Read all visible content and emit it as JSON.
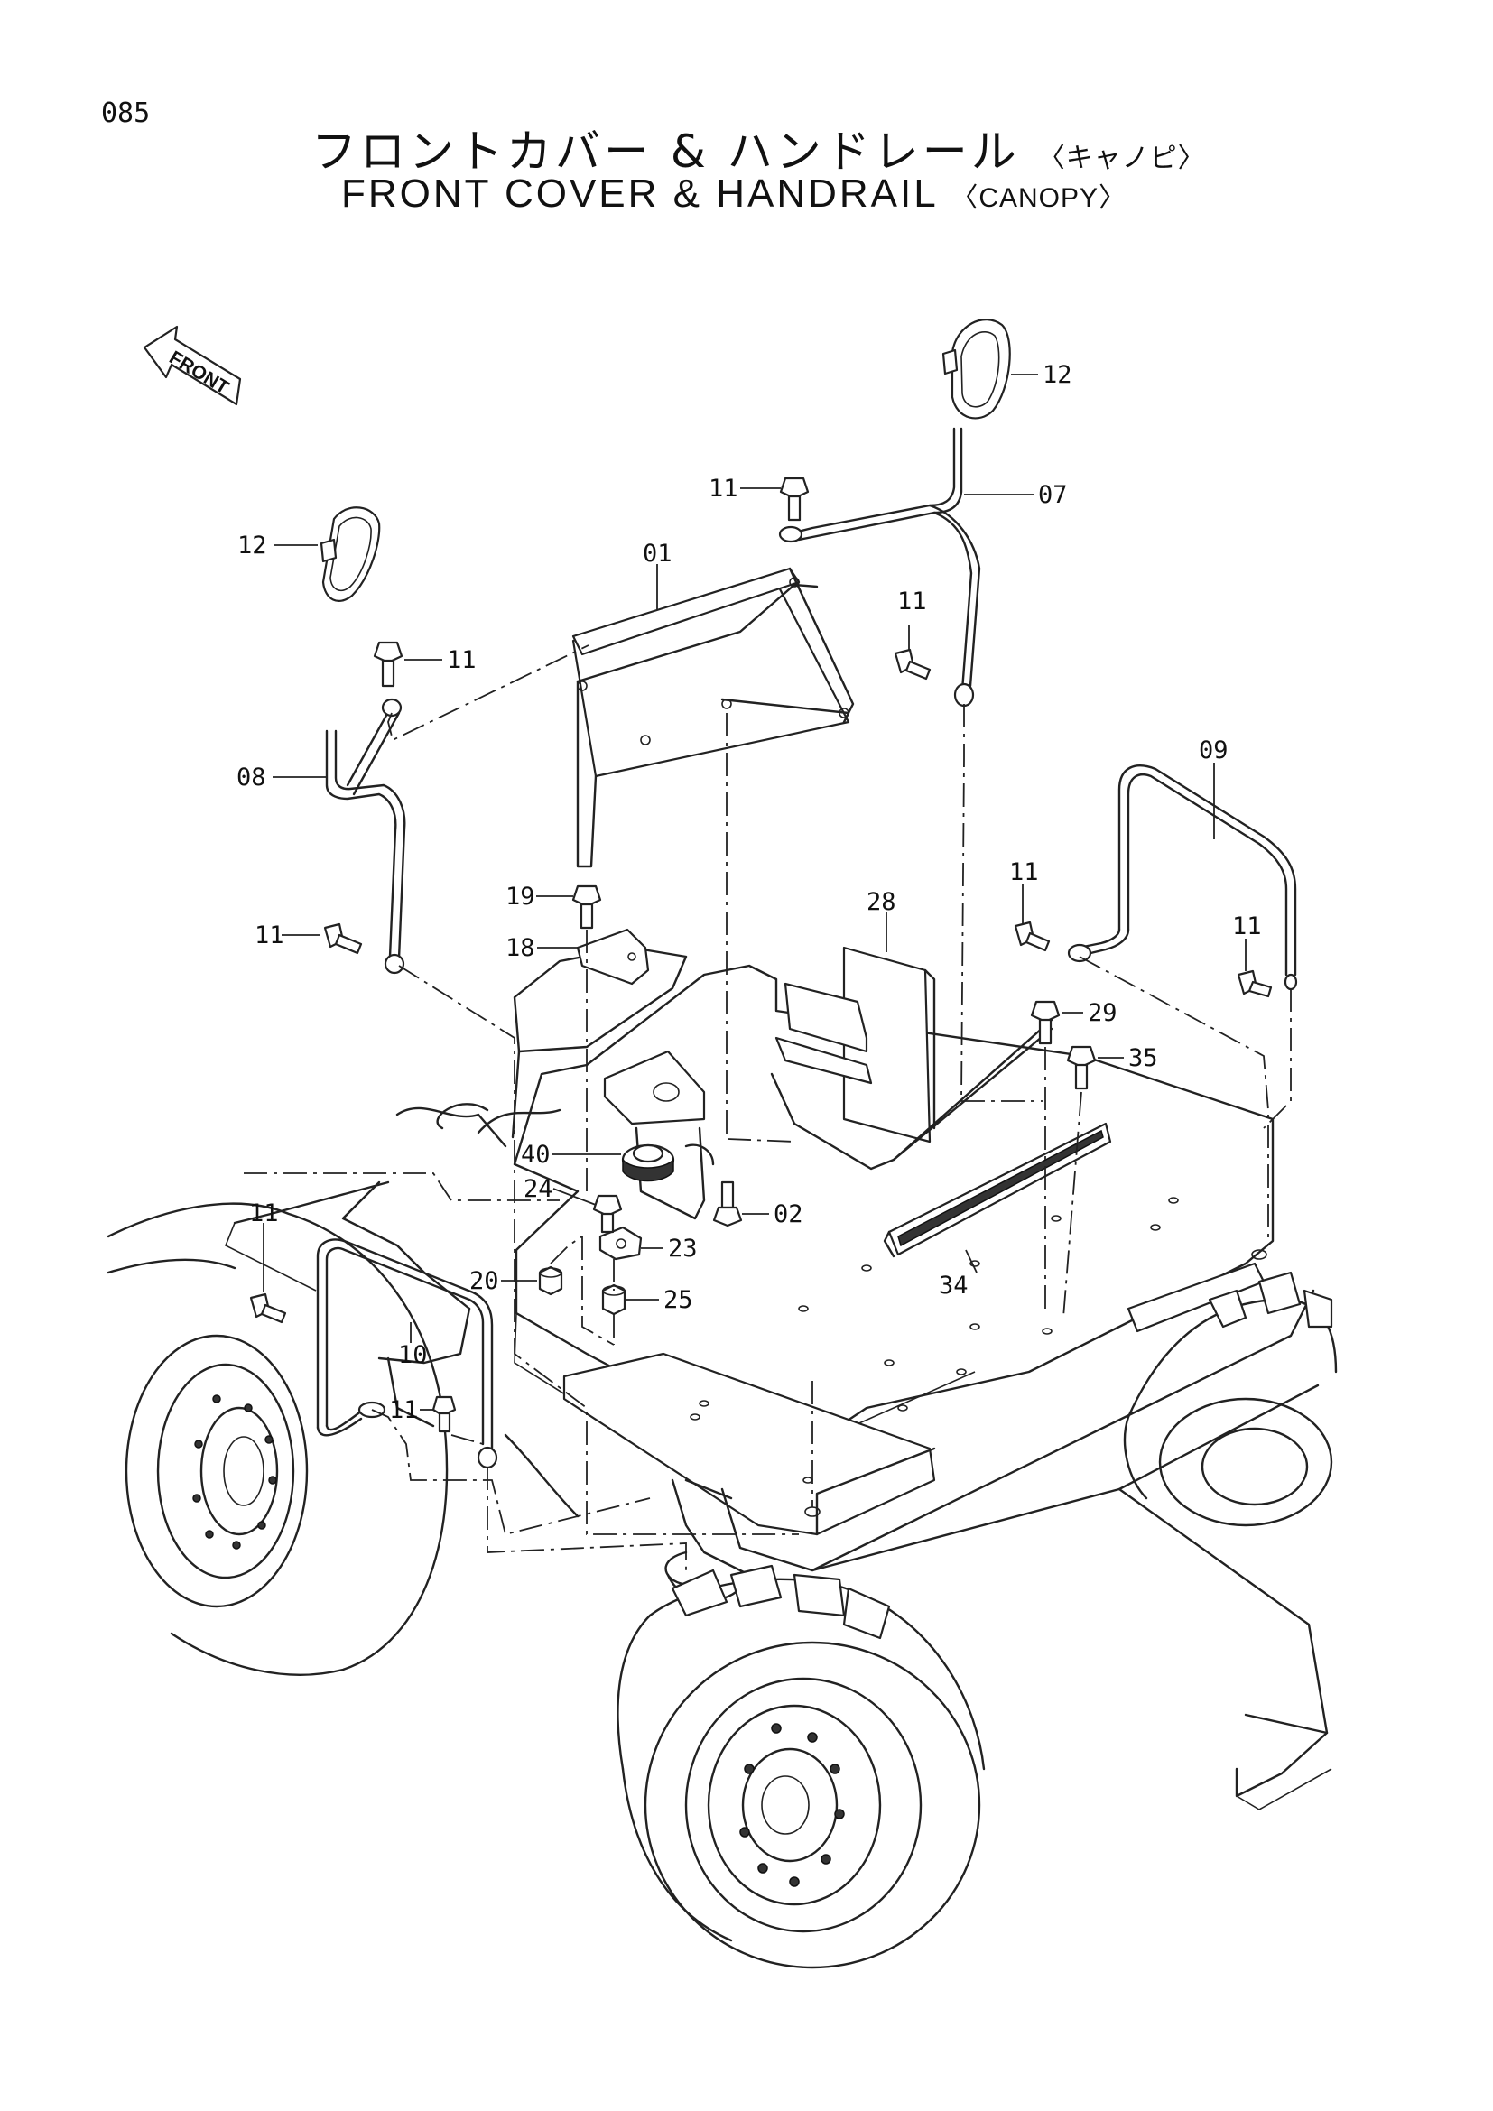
{
  "page_number": "085",
  "title_jp": {
    "main": "フロントカバー & ハンドレール",
    "sub": "〈キャノピ〉"
  },
  "title_en": {
    "main": "FRONT COVER & HANDRAIL",
    "sub": "〈CANOPY〉"
  },
  "front_arrow_label": "FRONT",
  "callouts": {
    "c01": "01",
    "c02": "02",
    "c07": "07",
    "c08": "08",
    "c09": "09",
    "c10": "10",
    "c11a": "11",
    "c11b": "11",
    "c11c": "11",
    "c11d": "11",
    "c11e": "11",
    "c11f": "11",
    "c11g": "11",
    "c11h": "11",
    "c12a": "12",
    "c12b": "12",
    "c18": "18",
    "c19": "19",
    "c20": "20",
    "c23": "23",
    "c24": "24",
    "c25": "25",
    "c28": "28",
    "c29": "29",
    "c34": "34",
    "c35": "35",
    "c40": "40"
  }
}
